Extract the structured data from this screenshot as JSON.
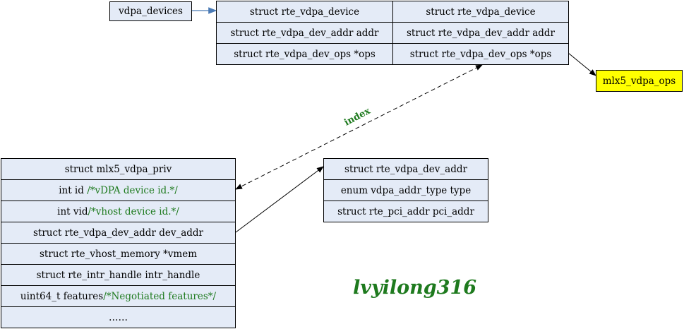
{
  "vdpa_devices": {
    "label": "vdpa_devices"
  },
  "device_array": [
    {
      "rows": [
        "struct rte_vdpa_device",
        "struct rte_vdpa_dev_addr addr",
        "struct rte_vdpa_dev_ops *ops"
      ]
    },
    {
      "rows": [
        "struct rte_vdpa_device",
        "struct rte_vdpa_dev_addr addr",
        "struct rte_vdpa_dev_ops *ops"
      ]
    }
  ],
  "ops_box": {
    "label": "mlx5_vdpa_ops"
  },
  "priv": {
    "title": "struct mlx5_vdpa_priv",
    "id_code": "int id ",
    "id_comment": "/*vDPA device id.*/",
    "vid_code": "int vid",
    "vid_comment": "/*vhost device id.*/",
    "dev_addr": "struct rte_vdpa_dev_addr dev_addr",
    "vmem": "struct rte_vhost_memory *vmem",
    "intr_handle": "struct rte_intr_handle intr_handle",
    "features_code": "uint64_t features",
    "features_comment": "/*Negotiated features*/",
    "ellipsis": "……"
  },
  "dev_addr_struct": {
    "rows": [
      "struct rte_vdpa_dev_addr",
      "enum vdpa_addr_type type",
      "struct rte_pci_addr pci_addr"
    ]
  },
  "index_label": "index",
  "watermark": "lvyilong316",
  "colors": {
    "box_fill": "#e4ebf7",
    "highlight": "#ffff00",
    "comment": "#1e7a1e",
    "arrow_blue": "#4a7ab5"
  }
}
